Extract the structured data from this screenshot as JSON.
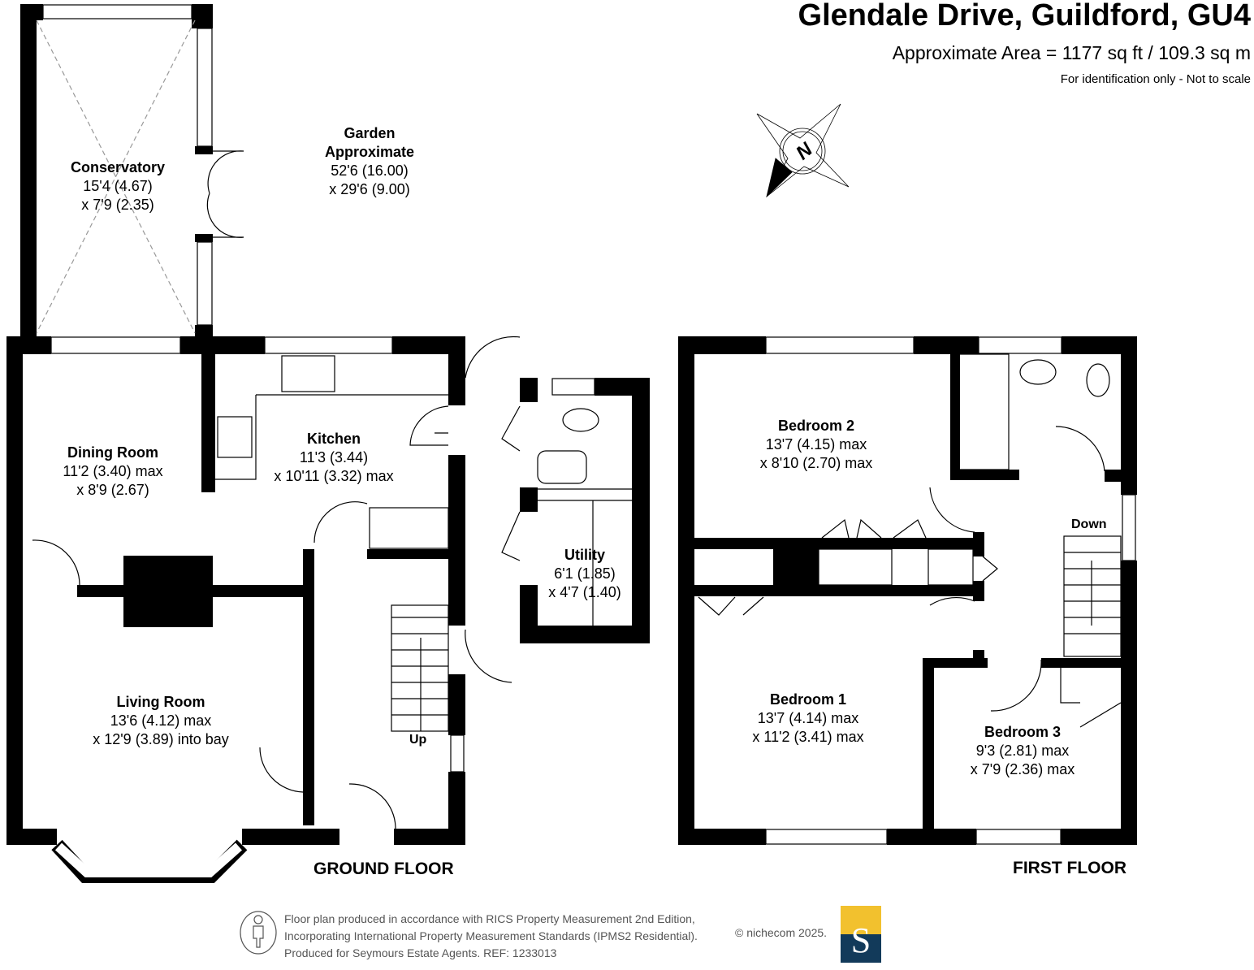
{
  "header": {
    "title": "Glendale Drive, Guildford, GU4",
    "area": "Approximate Area = 1177 sq ft / 109.3 sq m",
    "note": "For identification only - Not to scale"
  },
  "compass": {
    "label": "N"
  },
  "rooms": {
    "conservatory": {
      "name": "Conservatory",
      "dim1": "15'4 (4.67)",
      "dim2": "x 7'9 (2.35)"
    },
    "garden": {
      "name": "Garden",
      "name2": "Approximate",
      "dim1": "52'6 (16.00)",
      "dim2": "x 29'6 (9.00)"
    },
    "dining": {
      "name": "Dining Room",
      "dim1": "11'2 (3.40) max",
      "dim2": "x 8'9 (2.67)"
    },
    "kitchen": {
      "name": "Kitchen",
      "dim1": "11'3 (3.44)",
      "dim2": "x 10'11 (3.32) max"
    },
    "utility": {
      "name": "Utility",
      "dim1": "6'1 (1.85)",
      "dim2": "x 4'7 (1.40)"
    },
    "living": {
      "name": "Living Room",
      "dim1": "13'6 (4.12) max",
      "dim2": "x 12'9 (3.89) into bay"
    },
    "bedroom2": {
      "name": "Bedroom 2",
      "dim1": "13'7 (4.15) max",
      "dim2": "x 8'10 (2.70) max"
    },
    "bedroom1": {
      "name": "Bedroom 1",
      "dim1": "13'7 (4.14) max",
      "dim2": "x 11'2 (3.41) max"
    },
    "bedroom3": {
      "name": "Bedroom 3",
      "dim1": "9'3 (2.81) max",
      "dim2": "x 7'9 (2.36) max"
    }
  },
  "stairs": {
    "up": "Up",
    "down": "Down"
  },
  "floors": {
    "ground": "GROUND FLOOR",
    "first": "FIRST FLOOR"
  },
  "footer": {
    "line1": "Floor plan produced in accordance with RICS Property Measurement 2nd Edition,",
    "line2": "Incorporating International Property Measurement Standards (IPMS2 Residential).",
    "line3": "Produced for Seymours Estate Agents.   REF: 1233013",
    "copyright": "© nichecom 2025.",
    "logo_letter": "S"
  },
  "colors": {
    "wall": "#000000",
    "logo_top": "#f2c12e",
    "logo_bottom": "#123a5a"
  }
}
